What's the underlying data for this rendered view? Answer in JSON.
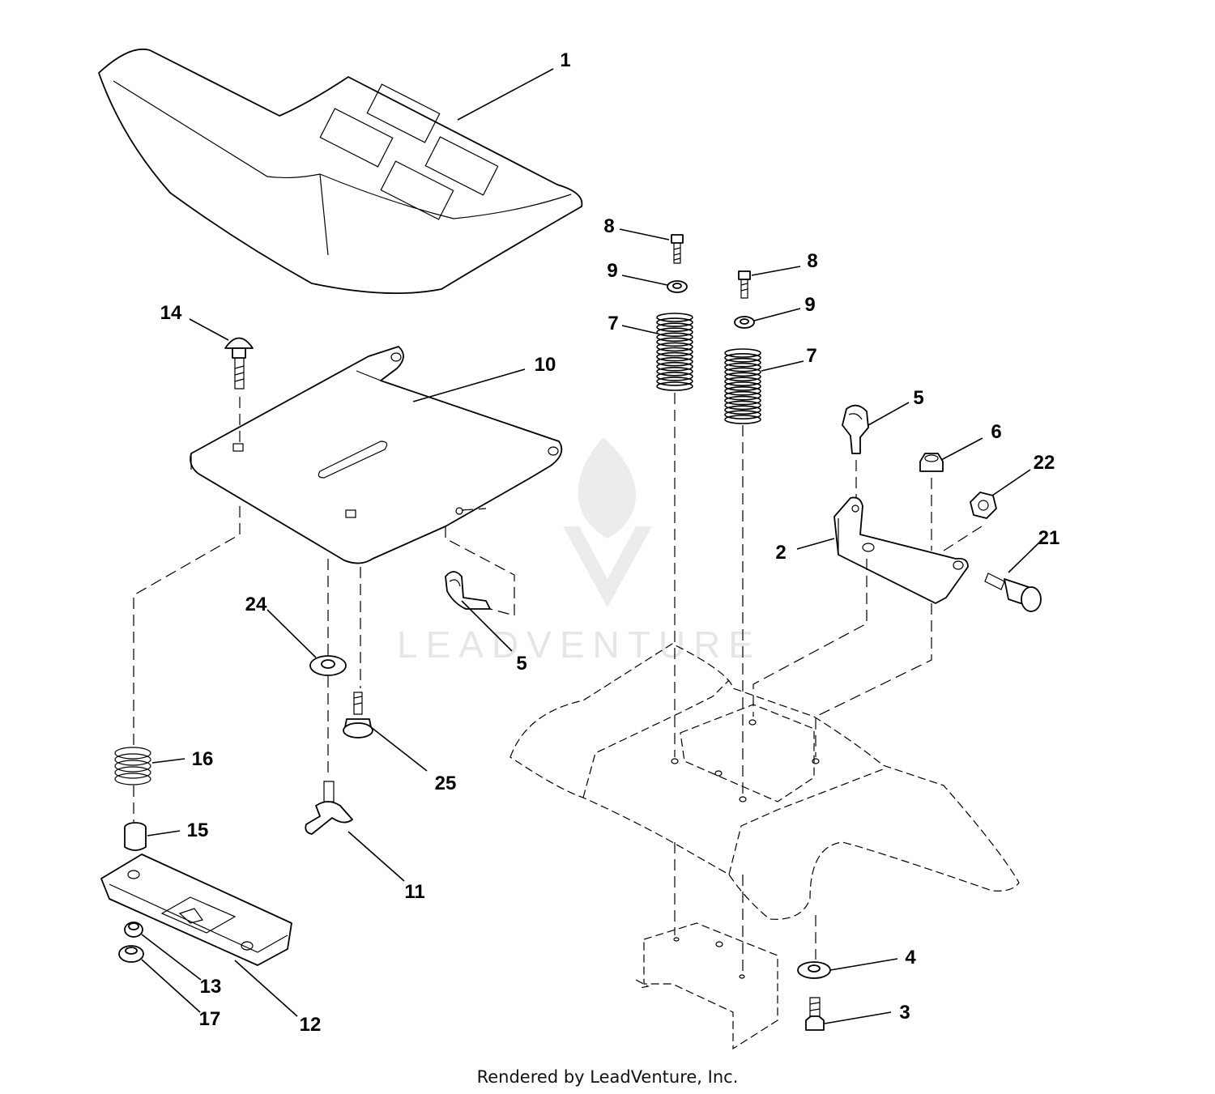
{
  "footer": "Rendered by LeadVenture, Inc.",
  "watermark": {
    "text": "LEADVENTURE",
    "logo_icon": "leadventure-flame-logo"
  },
  "callouts": {
    "c1": "1",
    "c2": "2",
    "c3": "3",
    "c4": "4",
    "c5a": "5",
    "c5b": "5",
    "c6": "6",
    "c7a": "7",
    "c7b": "7",
    "c8a": "8",
    "c8b": "8",
    "c9a": "9",
    "c9b": "9",
    "c10": "10",
    "c11": "11",
    "c12": "12",
    "c13": "13",
    "c14": "14",
    "c15": "15",
    "c16": "16",
    "c17": "17",
    "c21": "21",
    "c22": "22",
    "c24": "24",
    "c25": "25"
  }
}
